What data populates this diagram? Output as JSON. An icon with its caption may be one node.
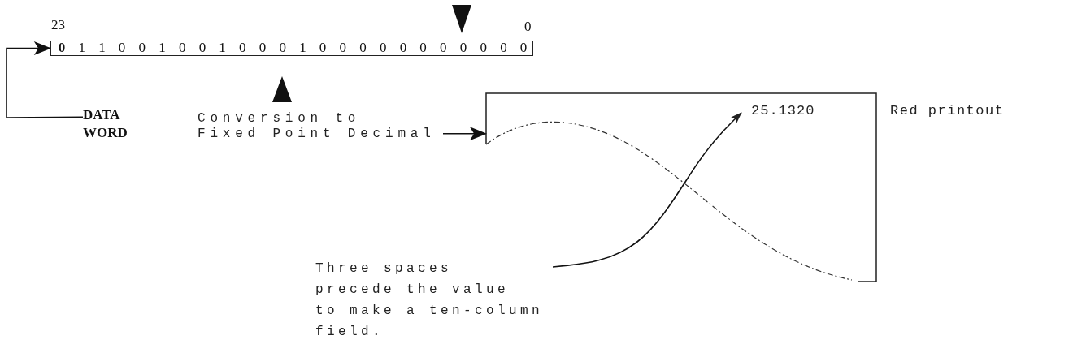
{
  "diagram": {
    "nodes": [
      {
        "text": [
          "0",
          "1",
          "1",
          "0",
          "0",
          "1",
          "0",
          "0",
          "1",
          "0",
          "0",
          "0",
          "1",
          "0",
          "0",
          "0",
          "0",
          "0",
          "0",
          "0",
          "0",
          "0",
          "0",
          "0"
        ],
        "beside": [
          "23",
          "0"
        ]
      },
      {
        "text": [
          "DATA WORD"
        ]
      },
      {
        "text": [
          "Conversion to Fixed Point Decimal"
        ]
      },
      {
        "text": [
          "25.1320"
        ],
        "beside": [
          "Red printout"
        ]
      },
      {
        "text": [
          "Three spaces precede the value to make a ten-column field."
        ]
      }
    ],
    "edges": [
      {
        "from": 1,
        "to": 0,
        "arrow": "to"
      },
      {
        "from": 2,
        "to": 3,
        "arrow": "to"
      },
      {
        "from": 4,
        "to": 3,
        "arrow": "to"
      },
      {
        "from": 2,
        "to": 0,
        "arrow": "to"
      }
    ]
  }
}
